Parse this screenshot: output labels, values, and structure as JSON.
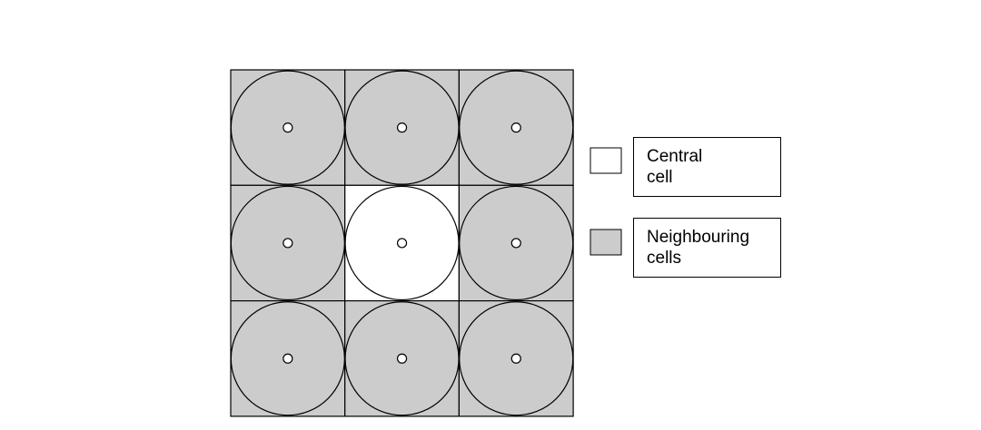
{
  "diagram": {
    "rows": 3,
    "cols": 3,
    "central_cell": {
      "row": 1,
      "col": 1
    },
    "colors": {
      "neighbour_fill": "#cccccc",
      "central_fill": "#ffffff",
      "stroke": "#000000",
      "center_dot_fill": "#ffffff"
    }
  },
  "legend": {
    "central": {
      "line1": "Central",
      "line2": "cell",
      "swatch_color": "#ffffff"
    },
    "neighbour": {
      "line1": "Neighbouring",
      "line2": "cells",
      "swatch_color": "#cccccc"
    }
  }
}
